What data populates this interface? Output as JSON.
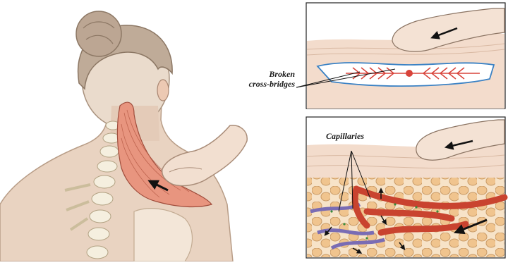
{
  "labels": {
    "broken_line1": "Broken",
    "broken_line2": "cross-bridges",
    "capillaries": "Capillaries"
  },
  "colors": {
    "skin": "#e9d3c1",
    "hair": "#b9a593",
    "muscle": "#e58f7c",
    "vertebrae": "#f3ecd9",
    "fascia_blue": "#3b82c4",
    "fiber_red": "#d8433a",
    "vein_purple": "#7a6cb4",
    "fat_cell": "#f1c38f",
    "panel_border": "#222222"
  },
  "icons": [
    "arrow-icon",
    "finger-icon"
  ]
}
